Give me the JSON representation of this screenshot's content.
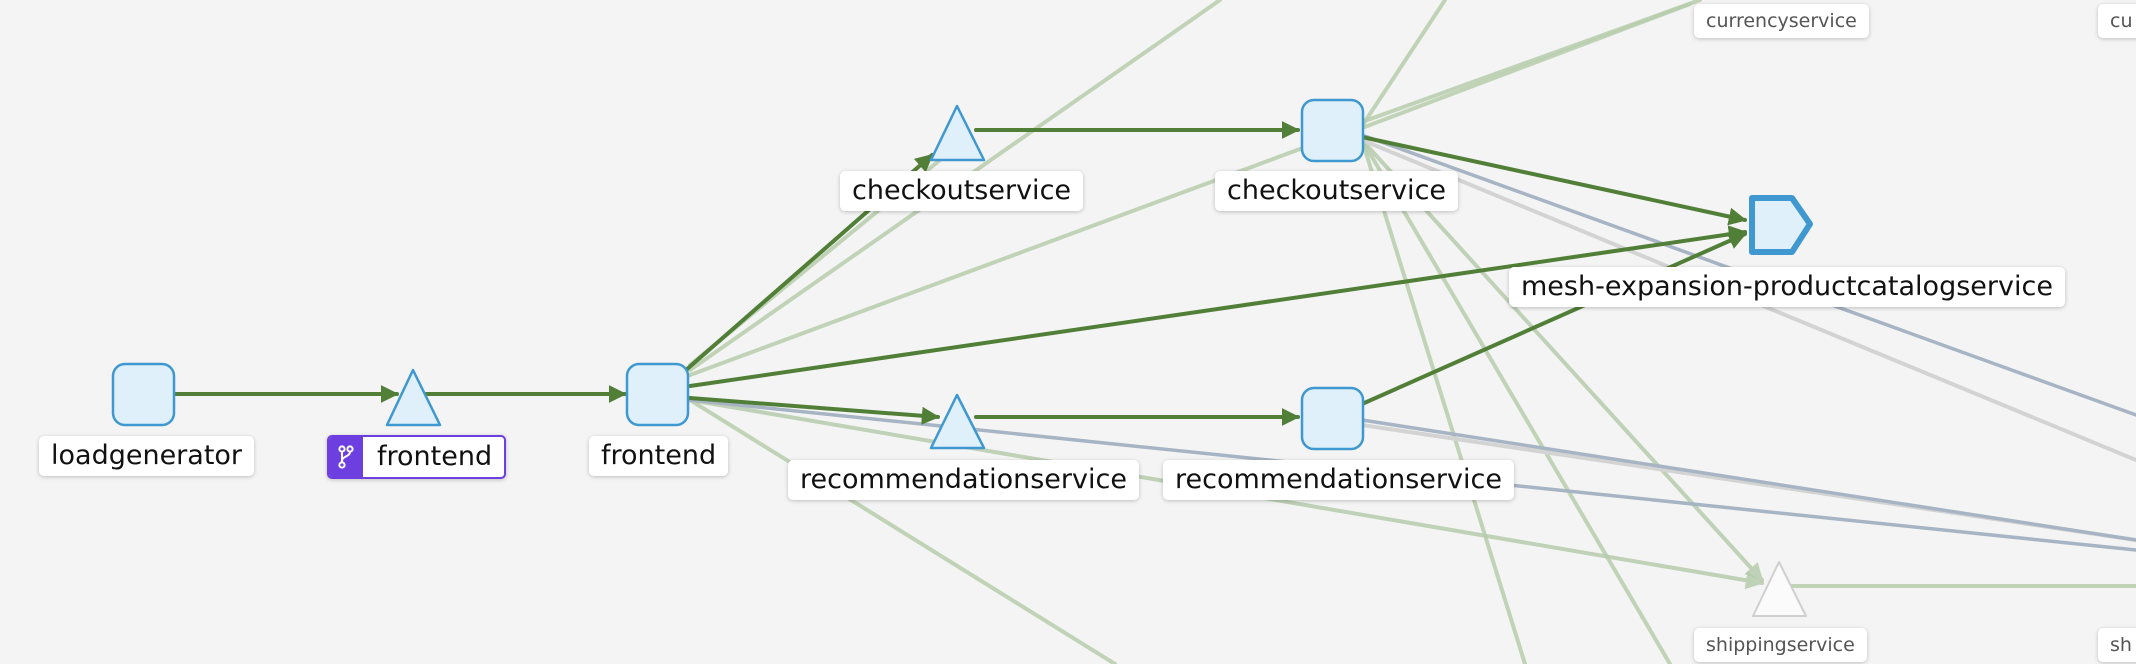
{
  "nodes": {
    "loadgenerator": "loadgenerator",
    "frontend_service": "frontend",
    "frontend_app": "frontend",
    "checkoutservice_service": "checkoutservice",
    "checkoutservice_app": "checkoutservice",
    "recommendationservice_service": "recommendationservice",
    "recommendationservice_app": "recommendationservice",
    "mesh_expansion": "mesh-expansion-productcatalogservice",
    "currencyservice": "currencyservice",
    "currencyservice_cut": "cu",
    "shippingservice": "shippingservice",
    "shippingservice_cut": "sh"
  },
  "colors": {
    "active_edge": "#517f38",
    "faded_edge": "#b6ccac",
    "blue_edge": "#a6b4c4",
    "node_fill": "#dff0fb",
    "node_border": "#3f98cf",
    "version_badge": "#6d3fe0"
  },
  "icons": {
    "version": "branch-icon"
  }
}
